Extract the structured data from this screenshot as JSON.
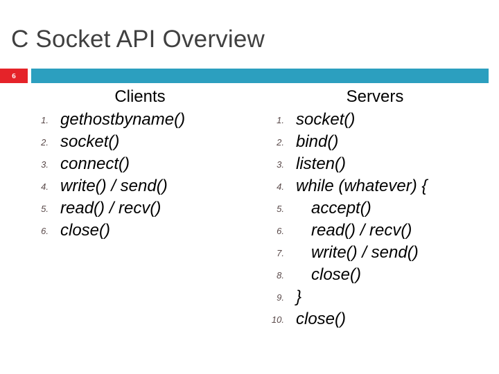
{
  "slide": {
    "title": "C Socket API Overview",
    "number": "6",
    "accent_color": "#2c9fbf",
    "badge_color": "#e52329",
    "title_color": "#404040",
    "background_color": "#ffffff"
  },
  "columns": [
    {
      "id": "clients",
      "heading": "Clients",
      "items": [
        {
          "number": "1.",
          "text": "gethostbyname()",
          "indented": false
        },
        {
          "number": "2.",
          "text": "socket()",
          "indented": false
        },
        {
          "number": "3.",
          "text": "connect()",
          "indented": false
        },
        {
          "number": "4.",
          "text": "write() / send()",
          "indented": false
        },
        {
          "number": "5.",
          "text": "read() / recv()",
          "indented": false
        },
        {
          "number": "6.",
          "text": "close()",
          "indented": false
        }
      ]
    },
    {
      "id": "servers",
      "heading": "Servers",
      "items": [
        {
          "number": "1.",
          "text": "socket()",
          "indented": false
        },
        {
          "number": "2.",
          "text": "bind()",
          "indented": false
        },
        {
          "number": "3.",
          "text": "listen()",
          "indented": false
        },
        {
          "number": "4.",
          "text": "while (whatever) {",
          "indented": false
        },
        {
          "number": "5.",
          "text": "accept()",
          "indented": true
        },
        {
          "number": "6.",
          "text": "read() / recv()",
          "indented": true
        },
        {
          "number": "7.",
          "text": "write() / send()",
          "indented": true
        },
        {
          "number": "8.",
          "text": "close()",
          "indented": true
        },
        {
          "number": "9.",
          "text": "}",
          "indented": false
        },
        {
          "number": "10.",
          "text": "close()",
          "indented": false
        }
      ]
    }
  ]
}
